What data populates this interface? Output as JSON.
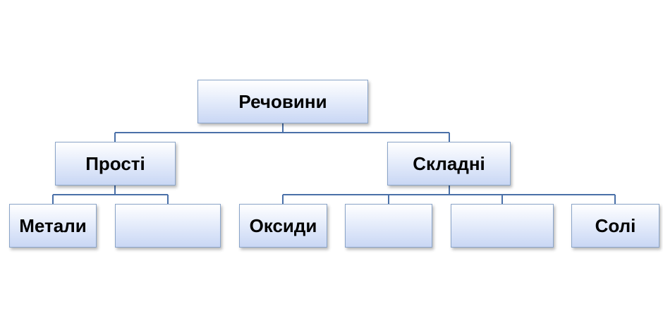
{
  "diagram": {
    "root": {
      "label": "Речовини"
    },
    "branches": [
      {
        "label": "Прості",
        "children": [
          {
            "label": "Метали"
          },
          {
            "label": ""
          }
        ]
      },
      {
        "label": "Складні",
        "children": [
          {
            "label": "Оксиди"
          },
          {
            "label": ""
          },
          {
            "label": ""
          },
          {
            "label": "Солі"
          }
        ]
      }
    ]
  },
  "colors": {
    "connector": "#4a70a8",
    "box_border": "#8aa4c8",
    "box_fill_top": "#ffffff",
    "box_fill_bottom": "#c9d7f4"
  }
}
